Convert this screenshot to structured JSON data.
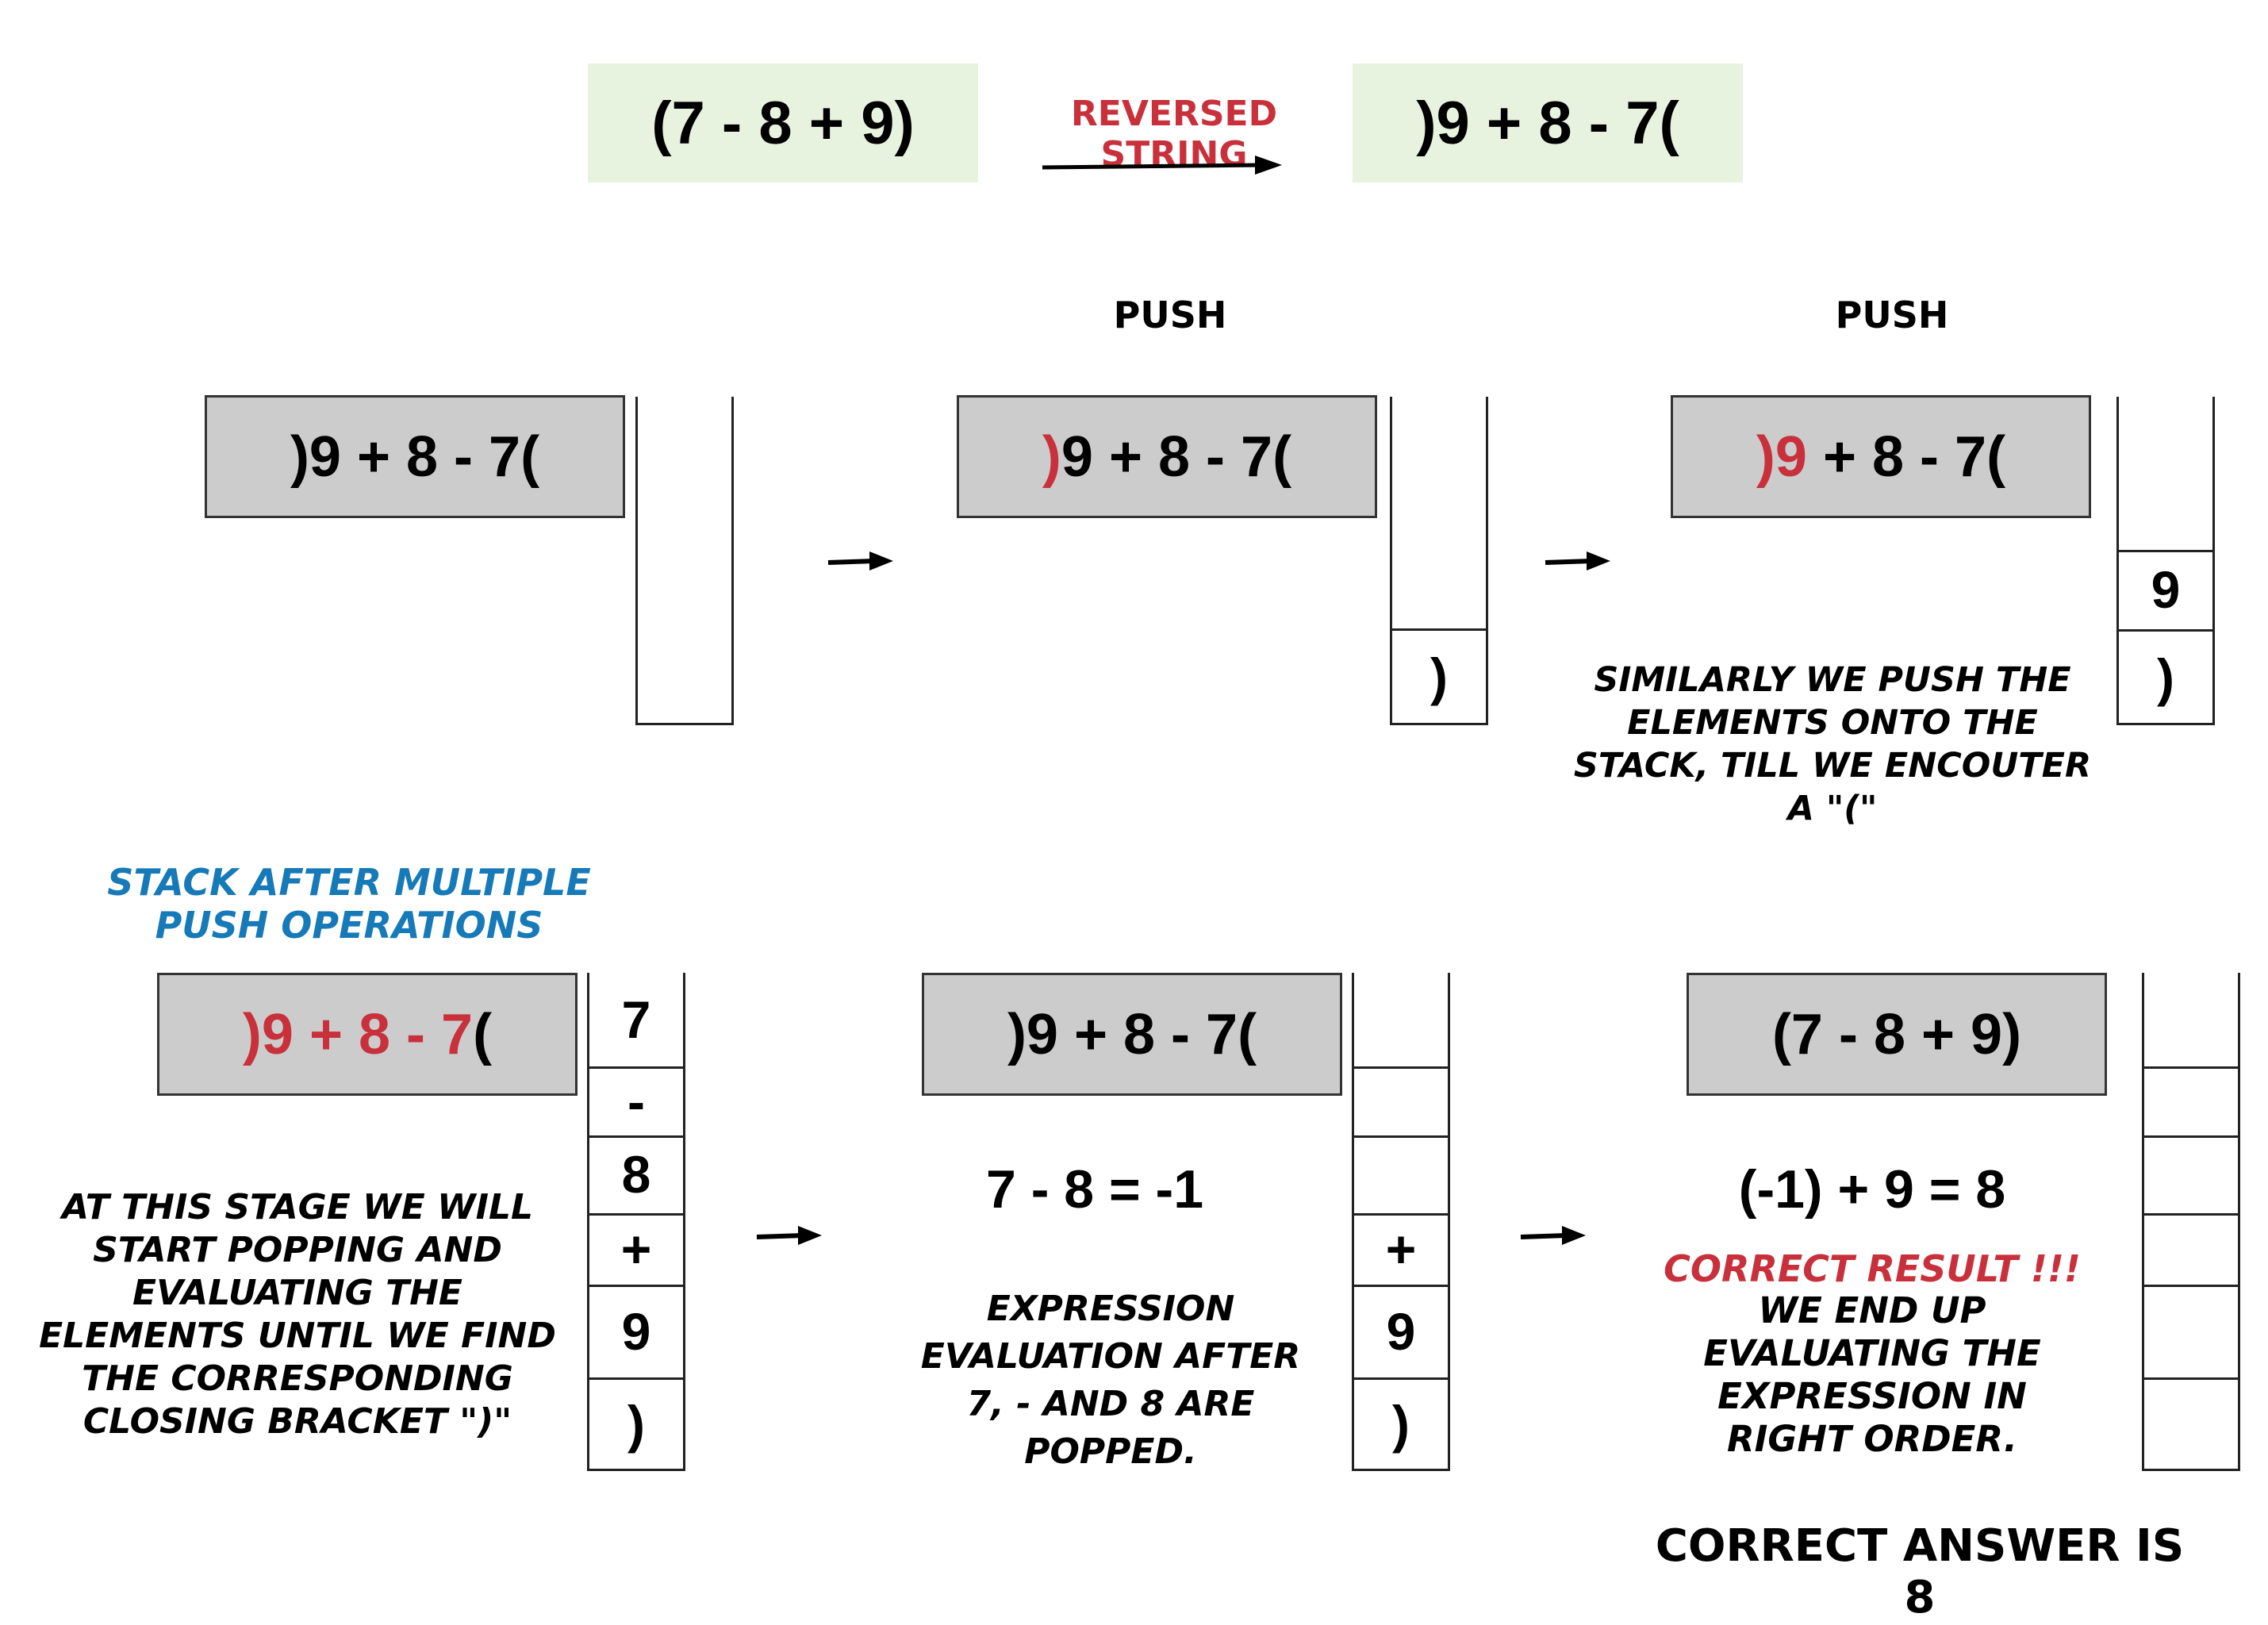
{
  "top": {
    "original_expression": "(7 - 8 + 9)",
    "reverse_label": "REVERSED STRING",
    "reversed_expression": ")9 + 8 - 7("
  },
  "step1": {
    "expression_parts": [
      ")9 + 8 - 7("
    ],
    "stack": []
  },
  "step2": {
    "label": "PUSH",
    "expression_red": ")",
    "expression_rest": "9 + 8 - 7(",
    "stack": [
      ")"
    ]
  },
  "step3": {
    "label": "PUSH",
    "expression_red": ")9",
    "expression_rest": " + 8 - 7(",
    "stack": [
      "9",
      ")"
    ],
    "note": "SIMILARLY WE PUSH THE\nELEMENTS ONTO THE\nSTACK, TILL WE ENCOUTER\nA \"(\""
  },
  "step4": {
    "caption": "STACK AFTER MULTIPLE\nPUSH OPERATIONS",
    "expression_red": ")9 + 8 - 7",
    "expression_rest": "(",
    "stack": [
      "7",
      "-",
      "8",
      "+",
      "9",
      ")"
    ],
    "note": "AT THIS STAGE WE WILL\nSTART POPPING AND\nEVALUATING THE\nELEMENTS UNTIL WE FIND\nTHE CORRESPONDING\nCLOSING BRACKET \")\""
  },
  "step5": {
    "expression": ")9 + 8 - 7(",
    "evaluation": "7 - 8 = -1",
    "stack": [
      "",
      "",
      "",
      "+",
      "9",
      ")"
    ],
    "note": "EXPRESSION\nEVALUATION AFTER\n7, - and 8 ARE\nPOPPED."
  },
  "step6": {
    "expression": "(7 - 8 + 9)",
    "evaluation": "(-1) + 9 = 8",
    "result_label": "CORRECT RESULT !!!",
    "note": "WE END UP\nEVALUATING THE\nEXPRESSION IN\nRIGHT ORDER.",
    "stack": [
      "",
      "",
      "",
      "",
      "",
      ""
    ]
  },
  "final": "CORRECT ANSWER IS 8",
  "colors": {
    "accent_red": "#c8313c",
    "accent_blue": "#1679b8",
    "green_box": "#e8f3df",
    "gray_box": "#cccccc"
  }
}
